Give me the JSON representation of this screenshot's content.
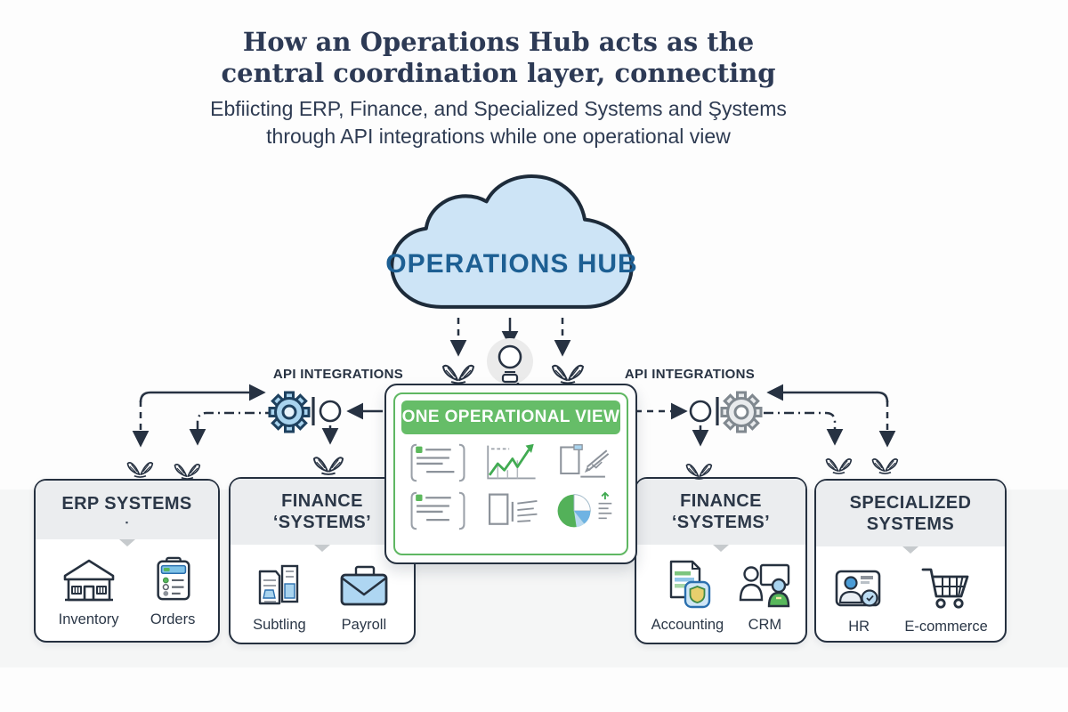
{
  "title": {
    "line1": "How an Operations Hub acts as the",
    "line2": "central coordination layer, connecting",
    "line3": "Ebfiicting ERP, Finance, and Specialized Systems and Şystems",
    "line4": "through API integrations while one operational view"
  },
  "hub": {
    "label": "OPERATIONS HUB"
  },
  "api_labels": {
    "left": "API INTEGRATIONS",
    "right": "API INTEGRATIONS"
  },
  "dashboard": {
    "header": "ONE OPERATIONAL VIEW",
    "widgets": [
      "checklist",
      "trend-line-chart",
      "report-with-pencil",
      "checklist",
      "document-summary",
      "pie-chart-breakdown"
    ]
  },
  "systems": [
    {
      "title_line1": "ERP SYSTEMS",
      "title_line2": "▪",
      "items": [
        {
          "label": "Inventory",
          "icon": "warehouse-icon"
        },
        {
          "label": "Orders",
          "icon": "orders-clipboard-icon"
        }
      ]
    },
    {
      "title_line1": "FINANCE",
      "title_line2": "‘SYSTEMS’",
      "items": [
        {
          "label": "Subtling",
          "icon": "billing-documents-icon"
        },
        {
          "label": "Payroll",
          "icon": "payroll-envelope-icon"
        }
      ]
    },
    {
      "title_line1": "FINANCE",
      "title_line2": "‘SYSTEMS’",
      "items": [
        {
          "label": "Accounting",
          "icon": "accounting-document-icon"
        },
        {
          "label": "CRM",
          "icon": "crm-people-icon"
        }
      ]
    },
    {
      "title_line1": "SPECIALIZED",
      "title_line2": "SYSTEMS",
      "items": [
        {
          "label": "HR",
          "icon": "hr-badge-icon"
        },
        {
          "label": "E-commerce",
          "icon": "shopping-cart-icon"
        }
      ]
    }
  ],
  "colors": {
    "navy": "#273242",
    "cloud_blue": "#cde4f6",
    "hub_text": "#1d5f93",
    "accent_green": "#66bd68",
    "gear_blue": "#a9d4ef",
    "gear_gray": "#e9ebed",
    "header_gray": "#ebedef",
    "pie_blue": "#6fb3e3"
  }
}
